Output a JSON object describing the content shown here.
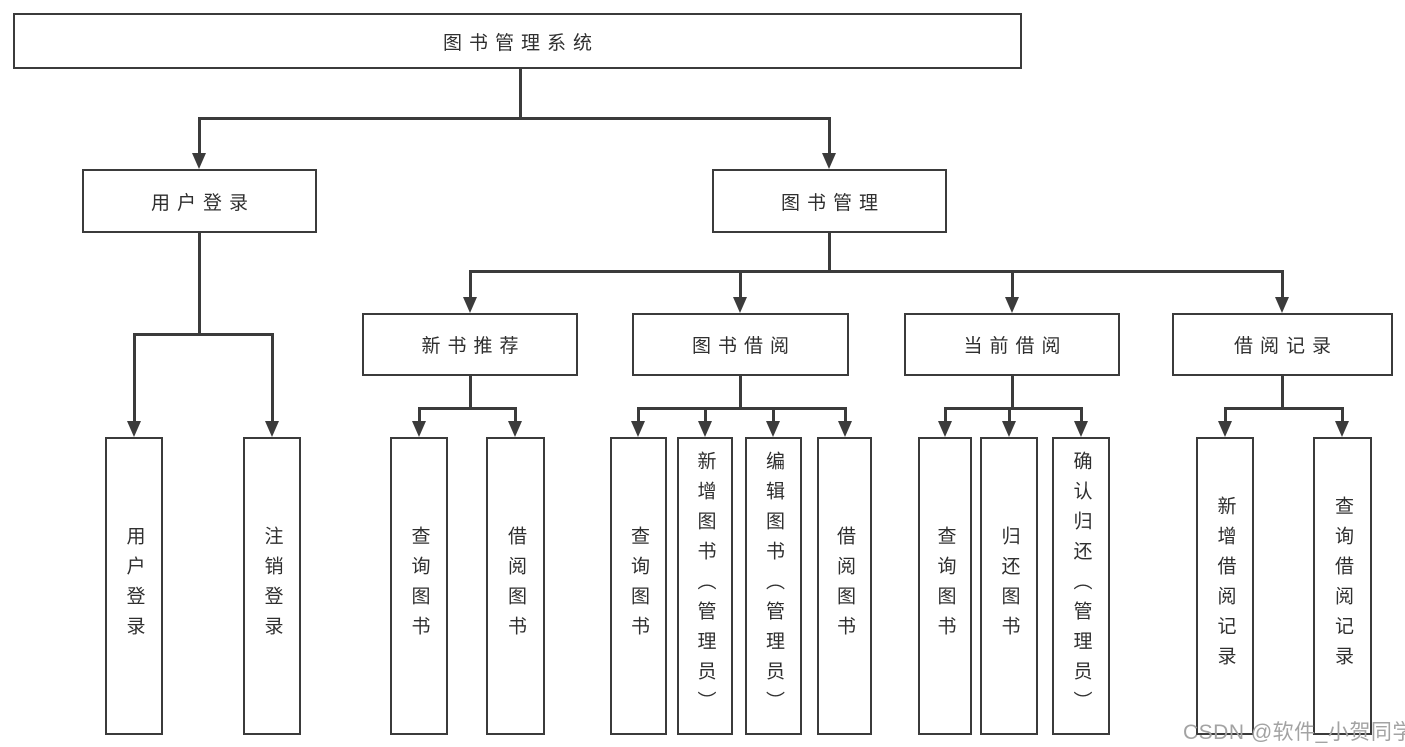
{
  "root": {
    "label": "图书管理系统"
  },
  "level2": [
    {
      "label": "用户登录"
    },
    {
      "label": "图书管理"
    }
  ],
  "level3": [
    {
      "label": "新书推荐"
    },
    {
      "label": "图书借阅"
    },
    {
      "label": "当前借阅"
    },
    {
      "label": "借阅记录"
    }
  ],
  "leaves": [
    {
      "label": "用户登录"
    },
    {
      "label": "注销登录"
    },
    {
      "label": "查询图书"
    },
    {
      "label": "借阅图书"
    },
    {
      "label": "查询图书"
    },
    {
      "label": "新增图书（管理员）"
    },
    {
      "label": "编辑图书（管理员）"
    },
    {
      "label": "借阅图书"
    },
    {
      "label": "查询图书"
    },
    {
      "label": "归还图书"
    },
    {
      "label": "确认归还（管理员）"
    },
    {
      "label": "新增借阅记录"
    },
    {
      "label": "查询借阅记录"
    }
  ],
  "watermark": {
    "text": "CSDN @软件_小贺同学"
  },
  "colors": {
    "line": "#3b3b3b",
    "text": "#2f2f2f",
    "watermark": "#a3a3a3",
    "background": "#ffffff"
  }
}
